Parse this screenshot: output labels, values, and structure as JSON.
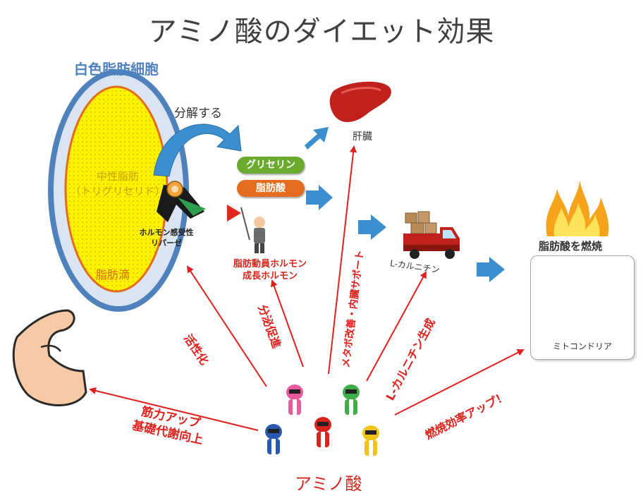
{
  "title": "アミノ酸のダイエット効果",
  "cell": {
    "label": "白色脂肪細胞",
    "neutral_fat_line1": "中性脂肪",
    "neutral_fat_line2": "（トリグリセリド）",
    "droplet": "脂肪滴"
  },
  "enzyme": {
    "line1": "ホルモン感受性",
    "line2": "リパーゼ"
  },
  "decompose_label": "分解する",
  "products": {
    "glycerol": "グリセリン",
    "fatty_acid": "脂肪酸"
  },
  "liver_label": "肝臓",
  "hormones": {
    "line1": "脂肪動員ホルモン",
    "line2": "成長ホルモン"
  },
  "carnitine_label": "L-カルニチン",
  "burning_label": "脂肪酸を燃焼",
  "mitochondria_label": "ミトコンドリア",
  "effects": {
    "activate": "活性化",
    "secretion": "分泌促進",
    "metabo": "メタボ改善・内臓サポート",
    "carnitine_gen": "L-カルニチン生成",
    "burn_up": "燃焼効率アップ！",
    "muscle_line1": "筋力アップ",
    "muscle_line2": "基礎代謝向上"
  },
  "amino_label": "アミノ酸",
  "colors": {
    "cell_outer": "#4f81bd",
    "cell_ring": "#dbe5f1",
    "fat_fill": "#fff200",
    "fat_border": "#e36c1e",
    "red_arrow": "#e0201b",
    "blue_arrow": "#3b8fcf",
    "glycerol": "#6aab2e",
    "fatty_acid": "#e36c1e"
  }
}
